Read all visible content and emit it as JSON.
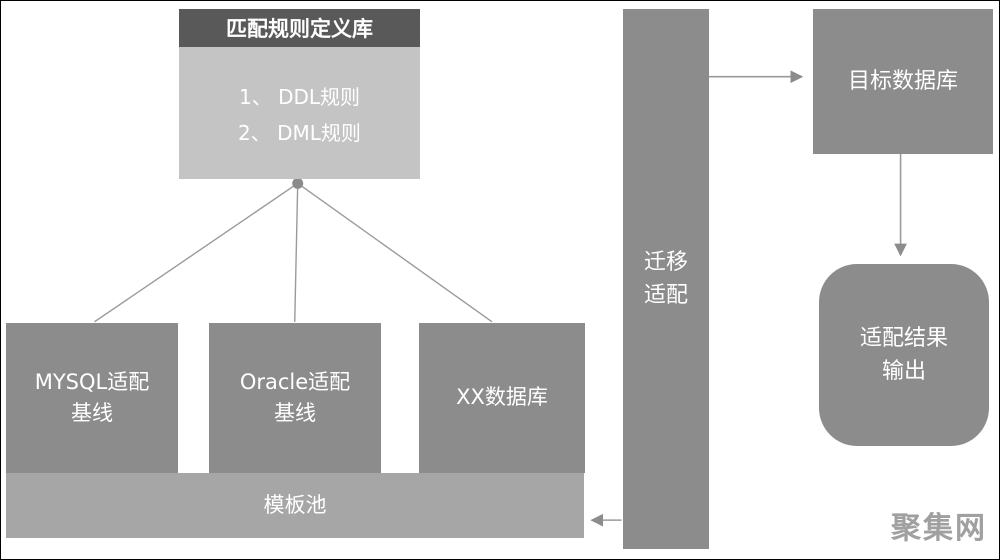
{
  "colors": {
    "box-gray": "#8c8c8c",
    "header-dark": "#595959",
    "body-light": "#c4c4c4",
    "pool-gray": "#a6a6a6",
    "line-gray": "#9a9a9a",
    "watermark-gray": "#a0a0a0"
  },
  "rule_library": {
    "title": "匹配规则定义库",
    "rules": [
      "1、 DDL规则",
      "2、 DML规则"
    ]
  },
  "baselines": [
    {
      "label": "MYSQL适配\n基线"
    },
    {
      "label": "Oracle适配\n基线"
    },
    {
      "label": "XX数据库"
    }
  ],
  "template_pool": {
    "label": "模板池"
  },
  "migration": {
    "label": "迁移\n适配"
  },
  "target_db": {
    "label": "目标数据库"
  },
  "result_output": {
    "label": "适配结果\n输出"
  },
  "watermark": "聚集网"
}
